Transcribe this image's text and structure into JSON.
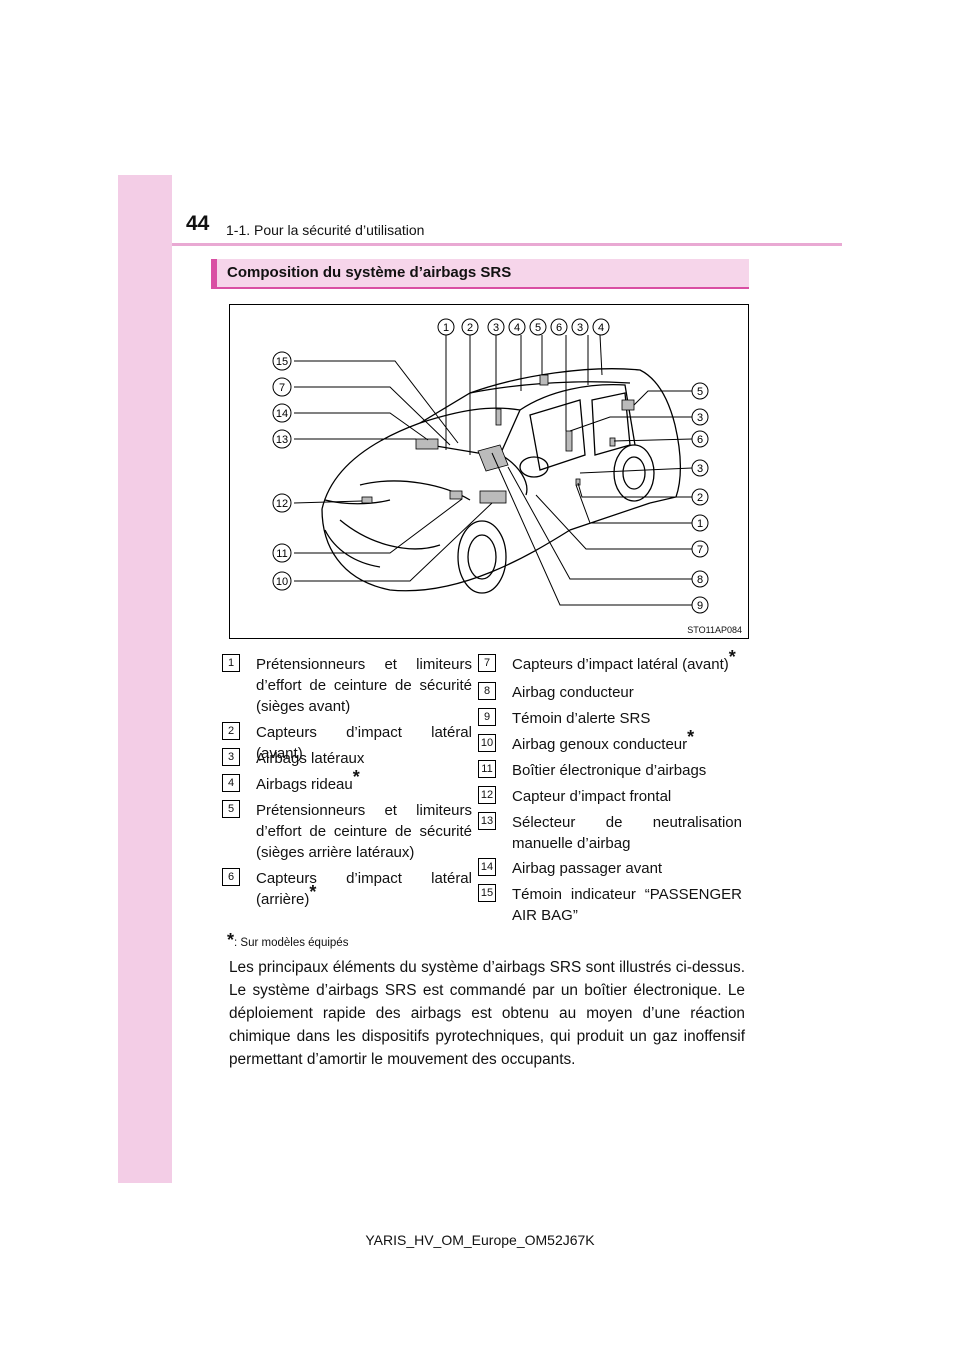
{
  "page": {
    "number": "44",
    "header": "1-1. Pour la sécurité d’utilisation",
    "section_title": "Composition du système d’airbags SRS",
    "figure_code": "STO11AP084",
    "footer": "YARIS_HV_OM_Europe_OM52J67K"
  },
  "figure_callouts": {
    "top": [
      "1",
      "2",
      "3",
      "4",
      "5",
      "6",
      "3",
      "4"
    ],
    "left": [
      "15",
      "7",
      "14",
      "13",
      "12",
      "11",
      "10"
    ],
    "right": [
      "5",
      "3",
      "6",
      "3",
      "2",
      "1",
      "7",
      "8",
      "9"
    ]
  },
  "items": [
    {
      "n": "1",
      "text": "Prétensionneurs et limiteurs d’effort de ceinture de sécurité (sièges avant)",
      "star": ""
    },
    {
      "n": "2",
      "text": "Capteurs d’impact latéral (avant)",
      "star": ""
    },
    {
      "n": "3",
      "text": "Airbags latéraux",
      "star": ""
    },
    {
      "n": "4",
      "text": "Airbags rideau",
      "star": "*"
    },
    {
      "n": "5",
      "text": "Prétensionneurs et limiteurs d’effort de ceinture de sécurité (sièges arrière latéraux)",
      "star": ""
    },
    {
      "n": "6",
      "text": "Capteurs d’impact latéral (arrière)",
      "star": "*"
    },
    {
      "n": "7",
      "text": "Capteurs d’impact latéral (avant)",
      "star": "*"
    },
    {
      "n": "8",
      "text": "Airbag conducteur",
      "star": ""
    },
    {
      "n": "9",
      "text": "Témoin d’alerte SRS",
      "star": ""
    },
    {
      "n": "10",
      "text": "Airbag genoux conducteur",
      "star": "*"
    },
    {
      "n": "11",
      "text": "Boîtier électronique d’airbags",
      "star": ""
    },
    {
      "n": "12",
      "text": "Capteur d’impact frontal",
      "star": ""
    },
    {
      "n": "13",
      "text": "Sélecteur de neutralisation manuelle d’airbag",
      "star": ""
    },
    {
      "n": "14",
      "text": "Airbag passager avant",
      "star": ""
    },
    {
      "n": "15",
      "text": "Témoin indicateur “PASSENGER AIR BAG”",
      "star": ""
    }
  ],
  "footnote": {
    "mark": "*",
    "text": ": Sur modèles équipés"
  },
  "paragraph": "Les principaux éléments du système d’airbags SRS sont illustrés ci-dessus. Le système d’airbags SRS est commandé par un boîtier électronique. Le déploiement rapide des airbags est obtenu au moyen d’une réaction chimique dans les dispositifs pyrotechniques, qui produit un gaz inoffensif permettant d’amortir le mouvement des occupants."
}
